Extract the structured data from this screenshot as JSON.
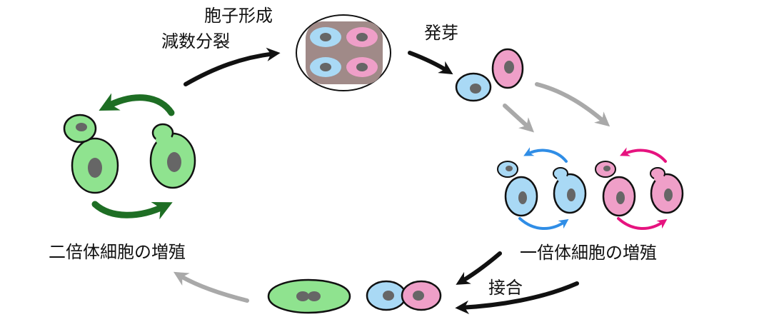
{
  "labels": {
    "spore_formation": "胞子形成",
    "meiosis": "減数分裂",
    "germination": "発芽",
    "diploid_proliferation": "二倍体細胞の増殖",
    "haploid_proliferation": "一倍体細胞の増殖",
    "mating": "接合"
  },
  "colors": {
    "diploid_cell": "#8fe38f",
    "diploid_arrow": "#1e6e24",
    "haploid_a_cell": "#a9d9f5",
    "haploid_a_arrow": "#2f8de6",
    "haploid_b_cell": "#ef9fc8",
    "haploid_b_arrow": "#e6137f",
    "nucleus": "#666666",
    "ascus_wall": "#a08a88",
    "main_arrow": "#111111",
    "faint_arrow": "#a9a9a9"
  }
}
